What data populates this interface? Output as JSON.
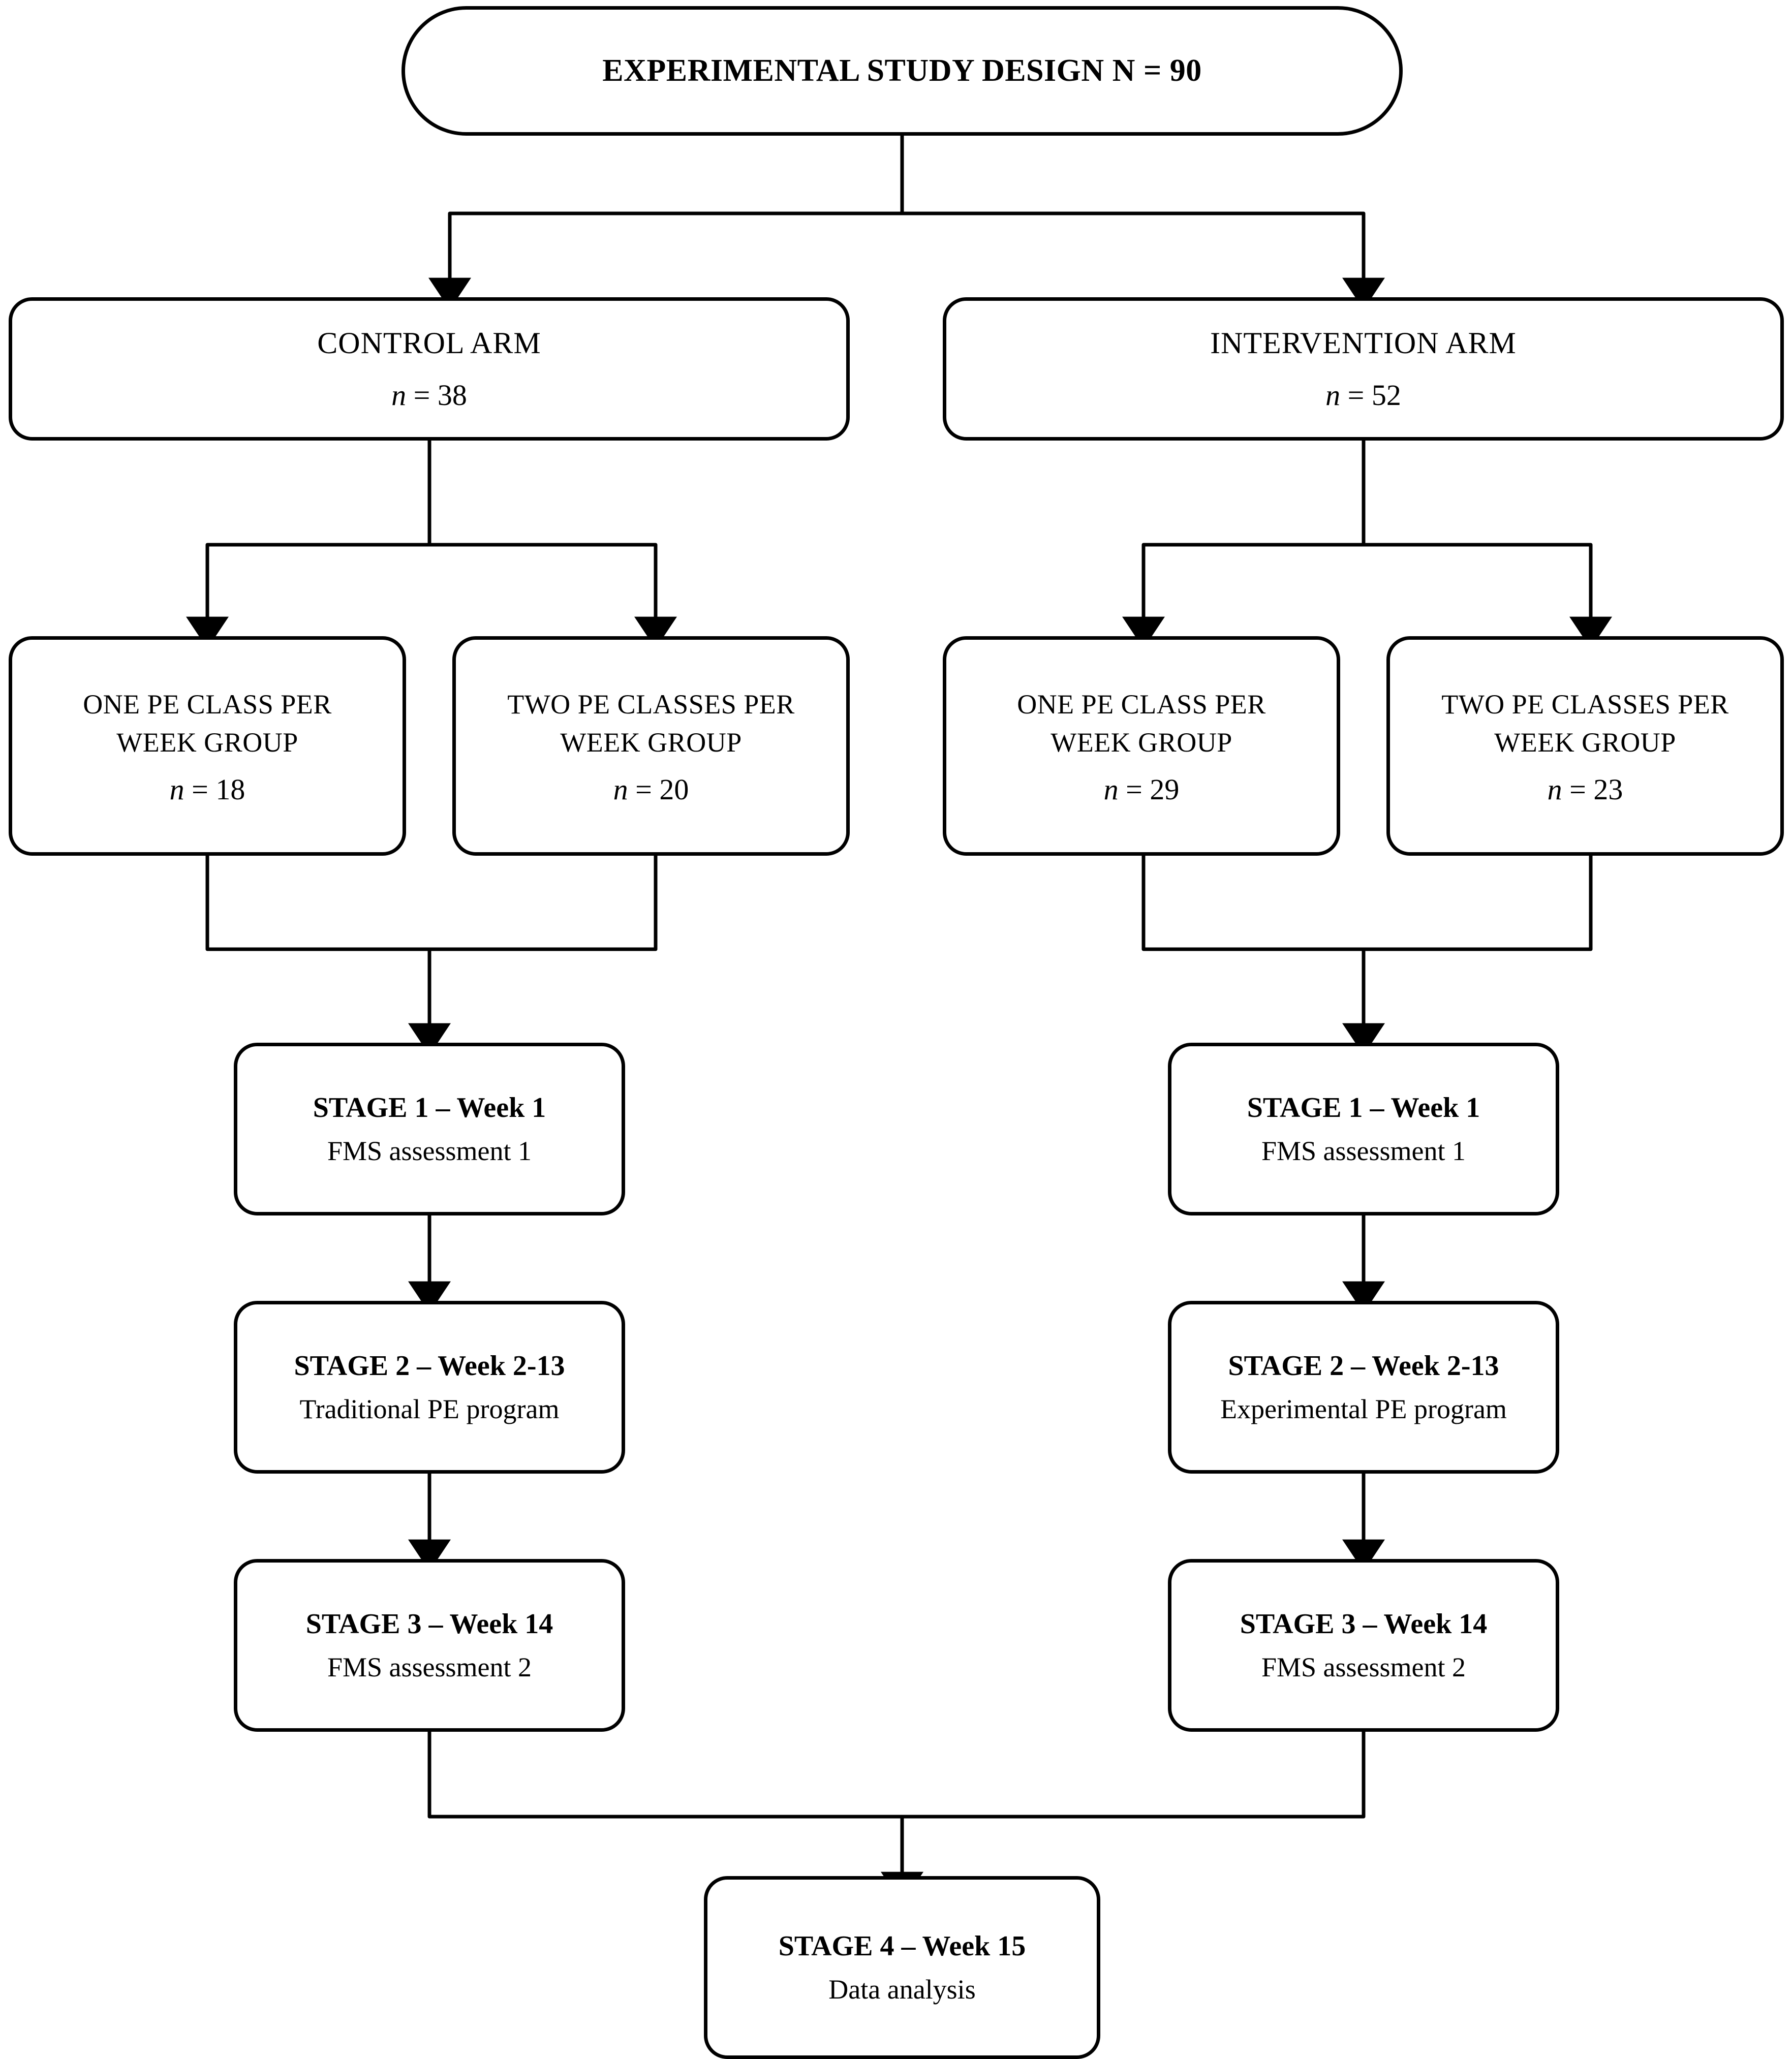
{
  "diagram": {
    "title_box": {
      "text": "EXPERIMENTAL STUDY DESIGN N = 90"
    },
    "arms": [
      {
        "name": "CONTROL ARM",
        "n": "n = 38"
      },
      {
        "name": "INTERVENTION ARM",
        "n": "n = 52"
      }
    ],
    "groups": [
      {
        "line1": "ONE PE CLASS PER",
        "line2": "WEEK GROUP",
        "n": "n = 18"
      },
      {
        "line1": "TWO PE CLASSES PER",
        "line2": "WEEK GROUP",
        "n": "n = 20"
      },
      {
        "line1": "ONE PE CLASS PER",
        "line2": "WEEK GROUP",
        "n": "n = 29"
      },
      {
        "line1": "TWO PE CLASSES PER",
        "line2": "WEEK GROUP",
        "n": "n = 23"
      }
    ],
    "stages_left": [
      {
        "heading": "STAGE 1 – Week 1",
        "detail": "FMS assessment 1"
      },
      {
        "heading": "STAGE  2 – Week 2-13",
        "detail": "Traditional PE program"
      },
      {
        "heading": "STAGE 3 – Week 14",
        "detail": "FMS assessment 2"
      }
    ],
    "stages_right": [
      {
        "heading": "STAGE 1  – Week 1",
        "detail": "FMS assessment 1"
      },
      {
        "heading": "STAGE  2 – Week 2-13",
        "detail": "Experimental PE program"
      },
      {
        "heading": "STAGE 3 – Week 14",
        "detail": "FMS assessment 2"
      }
    ],
    "final_stage": {
      "heading": "STAGE 4 – Week 15",
      "detail": "Data analysis"
    },
    "colors": {
      "line": "#000000",
      "box_fill": "#ffffff",
      "text": "#000000"
    }
  }
}
